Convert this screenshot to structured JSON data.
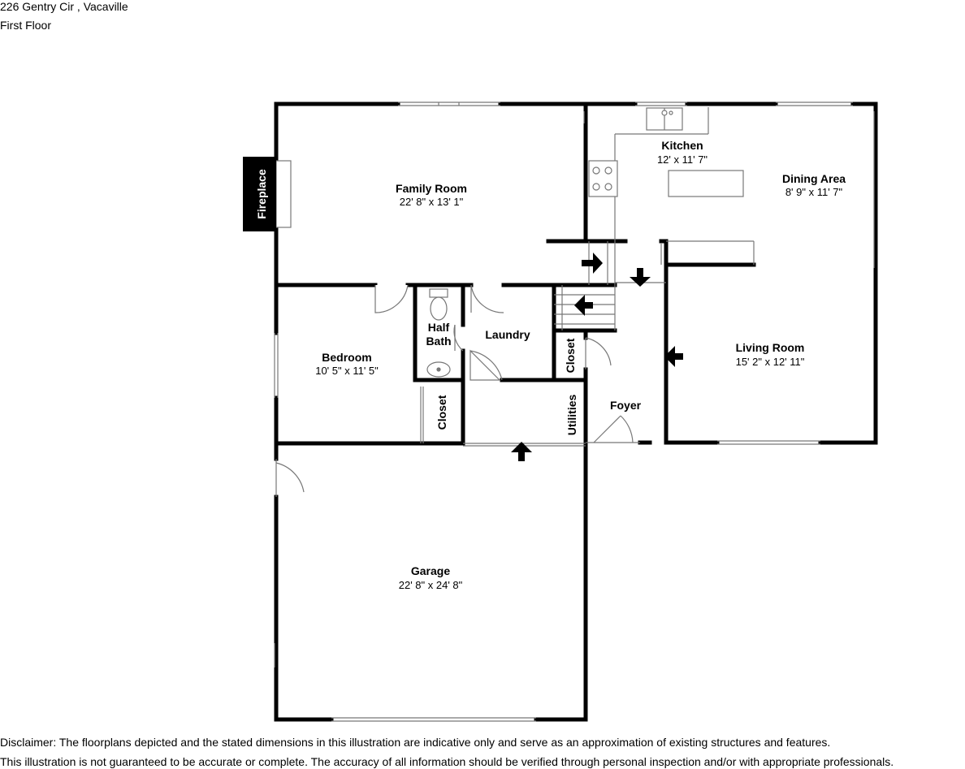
{
  "header": {
    "address": "226 Gentry Cir , Vacaville",
    "floor": "First Floor"
  },
  "rooms": {
    "family_room": {
      "name": "Family Room",
      "dims": "22' 8\" x 13' 1\""
    },
    "kitchen": {
      "name": "Kitchen",
      "dims": "12' x 11' 7\""
    },
    "dining_area": {
      "name": "Dining Area",
      "dims": "8' 9\" x 11' 7\""
    },
    "bedroom": {
      "name": "Bedroom",
      "dims": "10' 5\" x 11' 5\""
    },
    "half_bath": {
      "line1": "Half",
      "line2": "Bath"
    },
    "laundry": {
      "name": "Laundry"
    },
    "closet_hall": {
      "name": "Closet"
    },
    "closet_bedroom": {
      "name": "Closet"
    },
    "utilities": {
      "name": "Utilities"
    },
    "foyer": {
      "name": "Foyer"
    },
    "living_room": {
      "name": "Living Room",
      "dims": "15' 2\" x 12' 11\""
    },
    "garage": {
      "name": "Garage",
      "dims": "22' 8\" x 24' 8\""
    },
    "fireplace": {
      "name": "Fireplace"
    }
  },
  "disclaimer": {
    "line1": "Disclaimer: The floorplans depicted and the stated dimensions in this illustration are indicative only and serve as an approximation of existing structures and features.",
    "line2": "This illustration is not guaranteed to be accurate or complete. The accuracy of all information should be verified through personal inspection and/or with appropriate professionals."
  },
  "colors": {
    "wall": "#000000",
    "fixture": "#777777",
    "background": "#ffffff"
  }
}
